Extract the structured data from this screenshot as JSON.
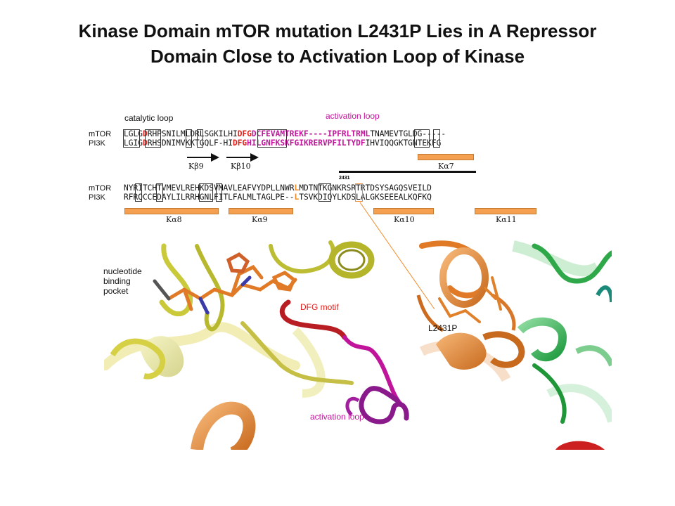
{
  "title": {
    "line1": "Kinase Domain mTOR mutation L2431P Lies in A Repressor",
    "line2": "Domain Close to Activation Loop of Kinase"
  },
  "alignment": {
    "catalytic_loop_label": "catalytic loop",
    "activation_loop_label": "activation loop",
    "block1": {
      "mtor_name": "mTOR",
      "pi3k_name": "PI3K",
      "mtor": [
        {
          "t": "LGLG",
          "c": "n"
        },
        {
          "t": "D",
          "c": "red"
        },
        {
          "t": "RHPSNILMLDRLSGKILHI",
          "c": "n"
        },
        {
          "t": "DFG",
          "c": "red"
        },
        {
          "t": "DCFEVAMTREKF----IPFRLTRML",
          "c": "mag"
        },
        {
          "t": "TNAMEVTGLDG-----",
          "c": "n"
        }
      ],
      "pi3k": [
        {
          "t": "LGIG",
          "c": "n"
        },
        {
          "t": "D",
          "c": "red"
        },
        {
          "t": "RHSDNIMVKKTGQLF-HI",
          "c": "n"
        },
        {
          "t": "DFG",
          "c": "red"
        },
        {
          "t": "HILGNFKSKFGIKRERVPFILTYDF",
          "c": "mag"
        },
        {
          "t": "IHVIQQGKTGNTEKFG",
          "c": "n"
        }
      ],
      "strands": [
        "Kβ9",
        "Kβ10"
      ],
      "helices": [
        "Kα7"
      ]
    },
    "block2": {
      "mtor_name": "mTOR",
      "pi3k_name": "PI3K",
      "residue_number": "2431",
      "mtor": [
        {
          "t": "NYRITCHTVMEVLREHKDSVMAVLEAFVYDPLLNWR",
          "c": "n"
        },
        {
          "t": "L",
          "c": "org"
        },
        {
          "t": "MDTNTKGNKRSRTRTDSYSAGQSVEILD",
          "c": "n"
        }
      ],
      "pi3k": [
        {
          "t": "RFRQCCEDAYLILRRHGNLFITLFALMLTAGLPE--",
          "c": "n"
        },
        {
          "t": "L",
          "c": "org"
        },
        {
          "t": "TSVKDIQYLKDSLALGKSEEEALKQFKQ",
          "c": "n"
        }
      ],
      "helices": [
        "Kα8",
        "Kα9",
        "Kα10",
        "Kα11"
      ]
    }
  },
  "structure": {
    "nucleotide_label_lines": [
      "nucleotide",
      "binding",
      "pocket"
    ],
    "dfg_label": "DFG motif",
    "activation_loop_label": "activation loop",
    "mutation_label": "L2431P"
  },
  "colors": {
    "red": "#e0201b",
    "magenta": "#c0159a",
    "orange": "#f08a2a",
    "olive": "#c9c93a",
    "green": "#2ea848",
    "purple": "#8a1a8c"
  }
}
